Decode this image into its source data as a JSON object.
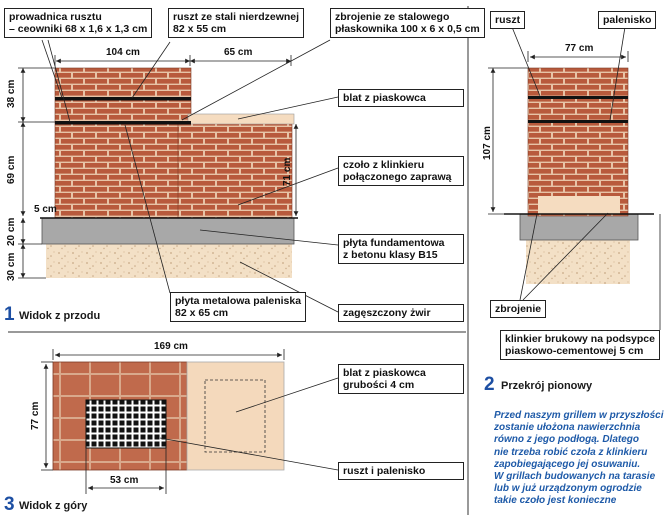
{
  "callouts": {
    "rust_guide": [
      "prowadnica rusztu",
      "– ceowniki 68 x 1,6 x 1,3 cm"
    ],
    "grate_steel": [
      "ruszt ze stali nierdzewnej",
      "82 x 55 cm"
    ],
    "rebar": [
      "zbrojenie ze stalowego",
      "płaskownika 100 x 6 x 0,5 cm"
    ],
    "countertop": "blat z piaskowca",
    "clinker_face": [
      "czoło z klinkieru",
      "połączonego zaprawą"
    ],
    "foundation": [
      "płyta fundamentowa",
      "z betonu klasy B15"
    ],
    "fire_plate": [
      "płyta metalowa paleniska",
      "82 x 65 cm"
    ],
    "gravel": "zagęszczony żwir",
    "countertop_top": [
      "blat z piaskowca",
      "grubości 4 cm"
    ],
    "grate_fire": "ruszt i palenisko",
    "ruszt": "ruszt",
    "palenisko": "palenisko",
    "zbrojenie": "zbrojenie",
    "clinker_paving": [
      "klinkier brukowy na podsypce",
      "piaskowo-cementowej 5 cm"
    ]
  },
  "dimensions": {
    "front_104": "104 cm",
    "front_65": "65 cm",
    "front_38": "38 cm",
    "front_69": "69 cm",
    "front_71": "71 cm",
    "front_5": "5 cm",
    "front_20": "20 cm",
    "front_30": "30 cm",
    "section_77": "77 cm",
    "section_107": "107 cm",
    "top_169": "169 cm",
    "top_77": "77 cm",
    "top_53": "53 cm"
  },
  "views": {
    "front_num": "1",
    "front_label": "Widok z przodu",
    "section_num": "2",
    "section_label": "Przekrój pionowy",
    "top_num": "3",
    "top_label": "Widok z góry"
  },
  "note_lines": [
    "Przed naszym grillem w przyszłości",
    "zostanie ułożona nawierzchnia",
    "równo z jego podłogą. Dlatego",
    "nie trzeba robić czoła z klinkieru",
    "zapobiegającego jej osuwaniu.",
    "W grillach budowanych na tarasie",
    "lub w już urządzonym ogrodzie",
    "takie czoło jest konieczne"
  ],
  "colors": {
    "brick": "#b85a3c",
    "mortar": "#e9c7a9",
    "sandstone": "#f4d9bc",
    "concrete": "#a9a9a9",
    "gravel": "#f1dcc0",
    "accent_blue": "#1d4fa3"
  }
}
